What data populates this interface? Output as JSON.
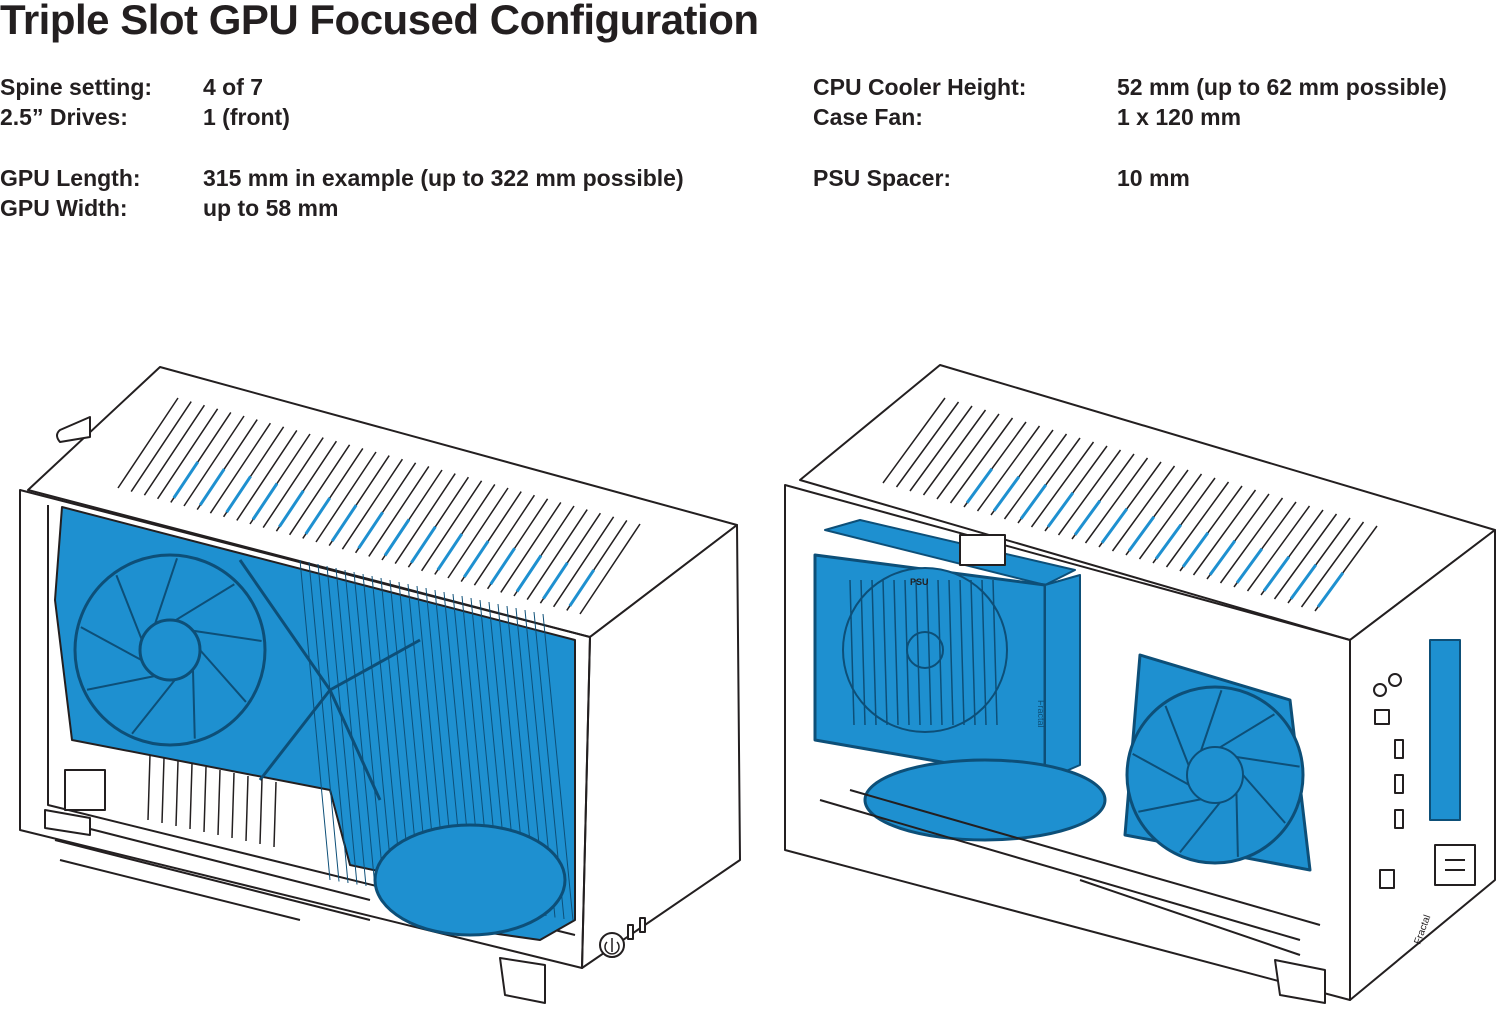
{
  "title": "Triple Slot GPU Focused Configuration",
  "specs_left": [
    {
      "label": "Spine setting:",
      "value": "4 of 7"
    },
    {
      "label": "2.5” Drives:",
      "value": "1 (front)"
    },
    {
      "label": "GPU Length:",
      "value": "315 mm in example (up to 322 mm possible)"
    },
    {
      "label": "GPU Width:",
      "value": "up to 58 mm"
    }
  ],
  "specs_right": [
    {
      "label": "CPU Cooler Height:",
      "value": "52 mm (up to 62 mm possible)"
    },
    {
      "label": "Case Fan:",
      "value": "1 x 120 mm"
    },
    {
      "label": "PSU Spacer:",
      "value": "10 mm"
    }
  ],
  "illustrations": {
    "psu_label": "PSU",
    "brand_mark": "Fractal"
  },
  "colors": {
    "highlight": "#1e90d0",
    "line": "#231f20",
    "case": "#ffffff"
  }
}
